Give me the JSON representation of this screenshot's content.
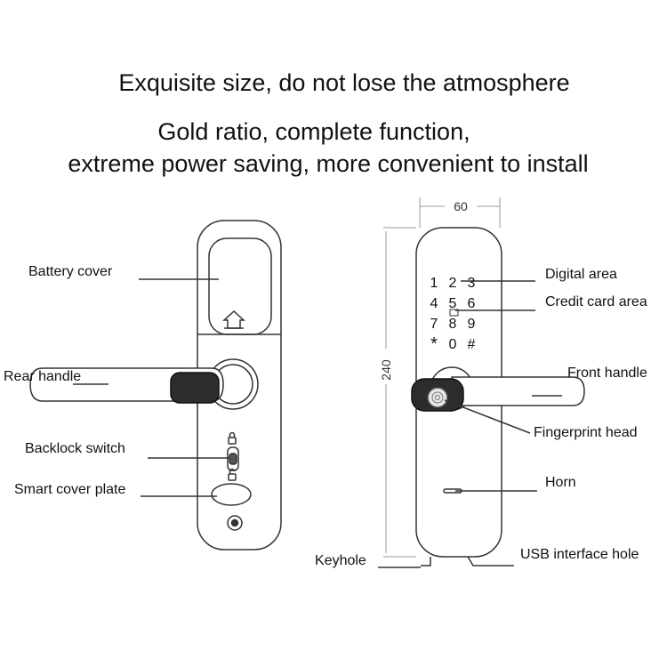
{
  "headlines": {
    "line1": "Exquisite size, do not lose the atmosphere",
    "line2": "Gold ratio, complete function,",
    "line3": "extreme power saving, more convenient to install"
  },
  "rear_view": {
    "labels": {
      "battery_cover": "Battery cover",
      "rear_handle": "Rear handle",
      "backlock_switch": "Backlock switch",
      "smart_cover_plate": "Smart cover plate"
    }
  },
  "front_view": {
    "dimensions": {
      "width": "60",
      "height": "240"
    },
    "keypad_keys": [
      "1",
      "2",
      "3",
      "4",
      "5",
      "6",
      "7",
      "8",
      "9",
      "*",
      "0",
      "#"
    ],
    "labels": {
      "digital_area": "Digital area",
      "credit_card_area": "Credit card area",
      "front_handle": "Front handle",
      "fingerprint_head": "Fingerprint head",
      "horn": "Horn",
      "usb_interface_hole": "USB interface hole",
      "keyhole": "Keyhole"
    }
  },
  "colors": {
    "line": "#333333",
    "background": "#ffffff"
  }
}
